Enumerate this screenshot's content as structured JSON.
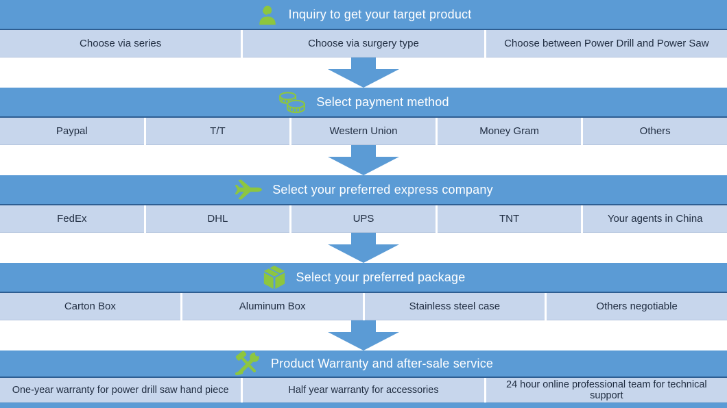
{
  "colors": {
    "header_blue": "#5b9bd5",
    "row_blue": "#c7d6ec",
    "icon_green": "#8dc63f",
    "arrow_blue": "#5b9bd5",
    "header_text": "#ffffff",
    "cell_text": "#1f2c40"
  },
  "sections": [
    {
      "icon": "support-agent-icon",
      "title": "Inquiry to get your target product",
      "cells": [
        "Choose via series",
        "Choose via surgery type",
        "Choose between Power Drill and Power Saw"
      ]
    },
    {
      "icon": "coins-icon",
      "title": "Select payment method",
      "cells": [
        "Paypal",
        "T/T",
        "Western Union",
        "Money Gram",
        "Others"
      ]
    },
    {
      "icon": "airplane-icon",
      "title": "Select your preferred express company",
      "cells": [
        "FedEx",
        "DHL",
        "UPS",
        "TNT",
        "Your agents in China"
      ]
    },
    {
      "icon": "package-box-icon",
      "title": "Select your preferred package",
      "cells": [
        "Carton Box",
        "Aluminum Box",
        "Stainless steel case",
        "Others negotiable"
      ]
    },
    {
      "icon": "tools-icon",
      "title": "Product Warranty and after-sale service",
      "cells": [
        "One-year warranty for power drill saw hand piece",
        "Half year warranty for accessories",
        "24 hour online professional team for technical support"
      ]
    }
  ]
}
